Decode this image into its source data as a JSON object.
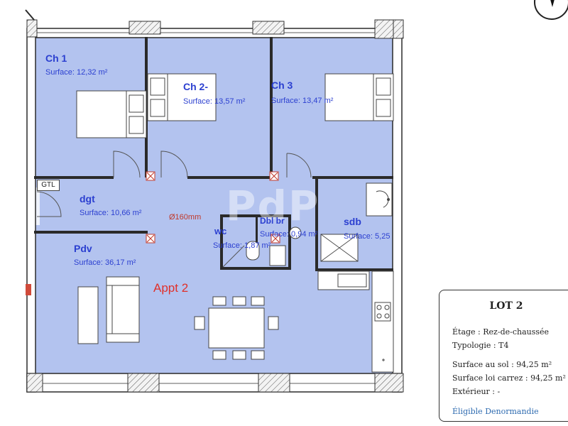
{
  "plan": {
    "apartment_label": "Appt 2",
    "gtl_label": "GTL",
    "duct_label": "Ø160mm",
    "watermark": "PdP",
    "rooms": [
      {
        "id": "ch1",
        "name": "Ch 1",
        "surface": "Surface: 12,32 m²"
      },
      {
        "id": "ch2",
        "name": "Ch 2-",
        "surface": "Surface: 13,57 m²"
      },
      {
        "id": "ch3",
        "name": "Ch 3",
        "surface": "Surface: 13,47 m²"
      },
      {
        "id": "dgt",
        "name": "dgt",
        "surface": "Surface: 10,66 m²"
      },
      {
        "id": "dbl",
        "name": "Dbl br",
        "surface": "Surface: 0,94 m²"
      },
      {
        "id": "wc",
        "name": "wc",
        "surface": "Surface: 1,87 m²"
      },
      {
        "id": "sdb",
        "name": "sdb",
        "surface": "Surface: 5,25"
      },
      {
        "id": "pdv",
        "name": "Pdv",
        "surface": "Surface: 36,17 m²"
      }
    ],
    "colors": {
      "room_fill": "#b3c3ef",
      "label": "#2b3fd0",
      "apartment": "#e0302a",
      "wall": "#2a2a2a",
      "duct": "#c0392b"
    }
  },
  "lot_card": {
    "title": "LOT 2",
    "etage": "Étage : Rez-de-chaussée",
    "typologie": "Typologie : T4",
    "surface_sol": "Surface au sol : 94,25 m²",
    "surface_carrez": "Surface loi carrez : 94,25 m²",
    "exterieur": "Extérieur : -",
    "eligibility": "Éligible Denormandie"
  }
}
